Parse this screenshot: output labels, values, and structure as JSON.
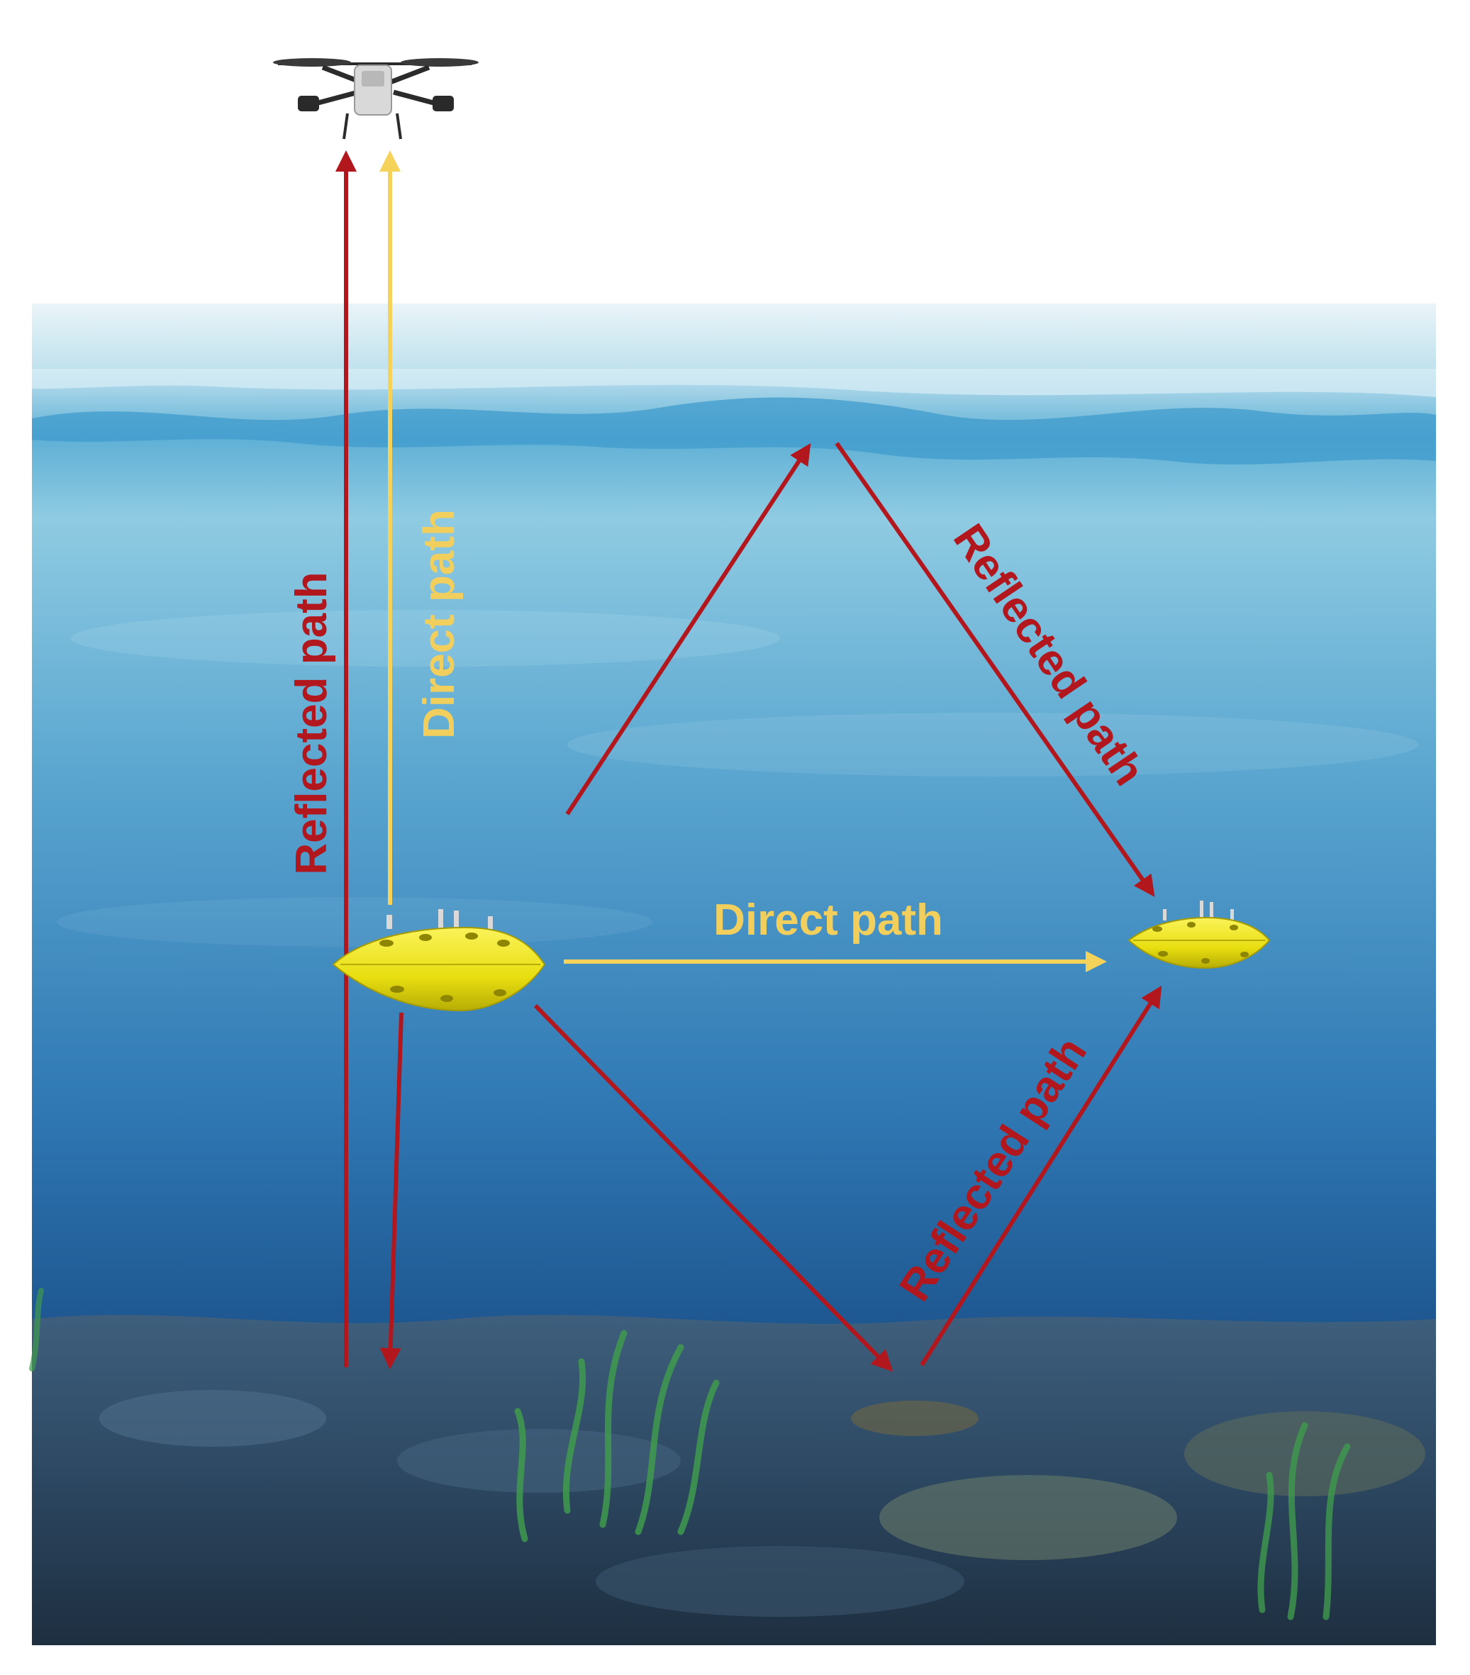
{
  "colors": {
    "reflected": "#b3171e",
    "direct": "#f5d35a",
    "direct_label": "#f2cf5c",
    "auv_body": "#f2ea12",
    "water_top": "#7fc6e0",
    "water_bottom": "#0f3f72",
    "seabed": "#2e4660"
  },
  "icons": {
    "drone": "quadcopter-drone-icon",
    "auv": "underwater-vehicle-icon",
    "seaweed": "seaweed-icon"
  },
  "labels": {
    "vertical_reflected": "Reflected path",
    "vertical_direct": "Direct path",
    "horizontal_direct": "Direct path",
    "surface_reflected": "Reflected path",
    "bottom_reflected": "Reflected path"
  }
}
